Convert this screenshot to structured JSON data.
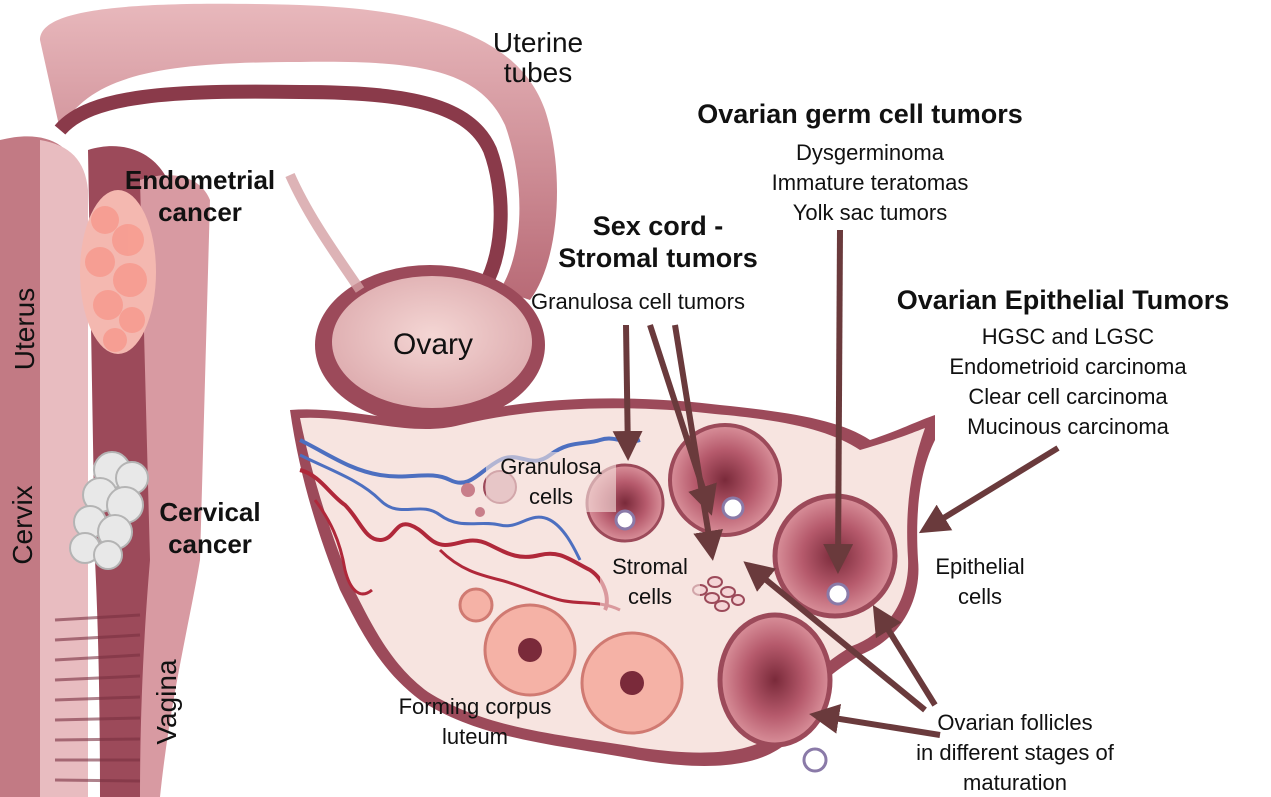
{
  "colors": {
    "tissue_dark": "#8a3a4a",
    "tissue_mid": "#c27a84",
    "tissue_light": "#f2d6d6",
    "stroma": "#f7e4e0",
    "vein_blue": "#4d6fc0",
    "artery_red": "#b0283a",
    "arrow": "#6a3a3c",
    "tumor_pink": "#f4a4a0",
    "cervix_white": "#e6e6e6",
    "corpus_luteum": "#f5b2a6"
  },
  "icons": {
    "arrows": "arrow-icon",
    "egg_cell": "oocyte-icon",
    "tumor": "tumor-mass-icon",
    "cauliflower": "cervical-tumor-icon"
  },
  "labels": {
    "uterine_tubes": [
      "Uterine",
      "tubes"
    ],
    "ovary": "Ovary",
    "endometrial_cancer": [
      "Endometrial",
      "cancer"
    ],
    "cervical_cancer": [
      "Cervical",
      "cancer"
    ],
    "uterus": "Uterus",
    "cervix": "Cervix",
    "vagina": "Vagina",
    "germ_cell": {
      "title": "Ovarian germ cell tumors",
      "items": [
        "Dysgerminoma",
        "Immature teratomas",
        "Yolk sac tumors"
      ]
    },
    "sex_cord": {
      "title": [
        "Sex cord -",
        "Stromal tumors"
      ],
      "items": [
        "Granulosa cell tumors"
      ]
    },
    "epithelial": {
      "title": "Ovarian Epithelial Tumors",
      "items": [
        "HGSC and LGSC",
        "Endometrioid carcinoma",
        "Clear cell carcinoma",
        "Mucinous carcinoma"
      ]
    },
    "granulosa_cells": [
      "Granulosa",
      "cells"
    ],
    "stromal_cells": [
      "Stromal",
      "cells"
    ],
    "epithelial_cells": [
      "Epithelial",
      "cells"
    ],
    "corpus_luteum": [
      "Forming corpus",
      "luteum"
    ],
    "follicles": [
      "Ovarian follicles",
      "in different stages of",
      "maturation"
    ]
  }
}
